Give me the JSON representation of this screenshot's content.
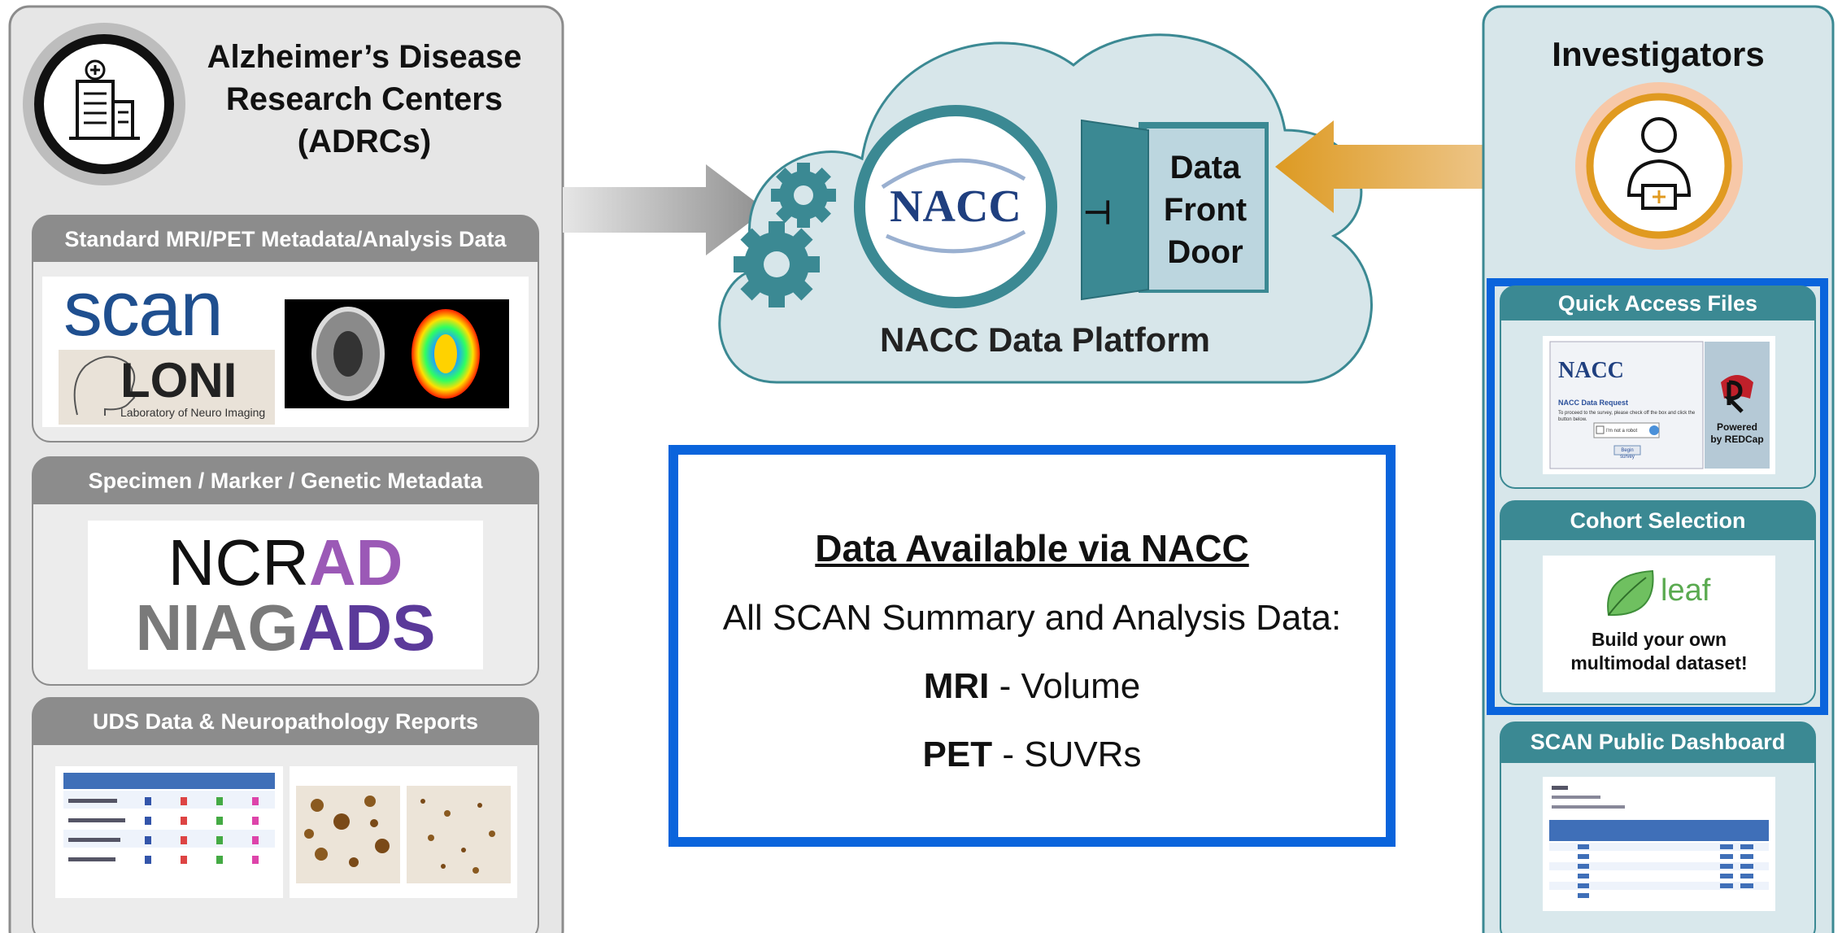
{
  "adrc": {
    "title_line1": "Alzheimer’s Disease",
    "title_line2": "Research Centers",
    "title_line3": "(ADRCs)",
    "icon": "hospital-building-icon"
  },
  "sections": {
    "mri_pet": {
      "header": "Standard MRI/PET Metadata/Analysis Data",
      "scan_logo": "scan",
      "loni_logo": "LONI",
      "loni_sub": "Laboratory of Neuro Imaging"
    },
    "specimen": {
      "header": "Specimen / Marker / Genetic Metadata",
      "ncrad_a": "NCR",
      "ncrad_b": "AD",
      "niagads_a": "NIAG",
      "niagads_b": "ADS"
    },
    "uds": {
      "header": "UDS Data & Neuropathology Reports"
    }
  },
  "cloud": {
    "nacc_logo": "NACC",
    "door_line1": "Data",
    "door_line2": "Front",
    "door_line3": "Door",
    "platform_label": "NACC Data Platform",
    "gear_icon": "gear-icon",
    "door_handle": "⊣"
  },
  "investigators": {
    "title": "Investigators",
    "icon": "doctor-icon",
    "quick_access": {
      "header": "Quick Access Files",
      "nacc_logo": "NACC",
      "form_title": "NACC Data Request",
      "form_text": "To proceed to the survey, please check off the box and click the button below.",
      "captcha": "I'm not a robot",
      "button": "Begin survey",
      "powered_line1": "Powered",
      "powered_line2": "by REDCap"
    },
    "cohort": {
      "header": "Cohort Selection",
      "leaf_label": "leaf",
      "line1": "Build your own",
      "line2": "multimodal dataset!"
    },
    "dashboard": {
      "header": "SCAN Public Dashboard"
    }
  },
  "available": {
    "title": "Data Available via NACC",
    "line1": "All SCAN Summary and Analysis Data:",
    "mri_bold": "MRI",
    "mri_rest": " - Volume",
    "pet_bold": "PET",
    "pet_rest": " - SUVRs"
  },
  "colors": {
    "panel_gray": "#e6e6e6",
    "header_gray": "#8c8c8c",
    "teal": "#3b8993",
    "cloud_fill": "#d7e6ea",
    "blue_frame": "#0a64dc",
    "arrow_orange": "#e0a030"
  }
}
